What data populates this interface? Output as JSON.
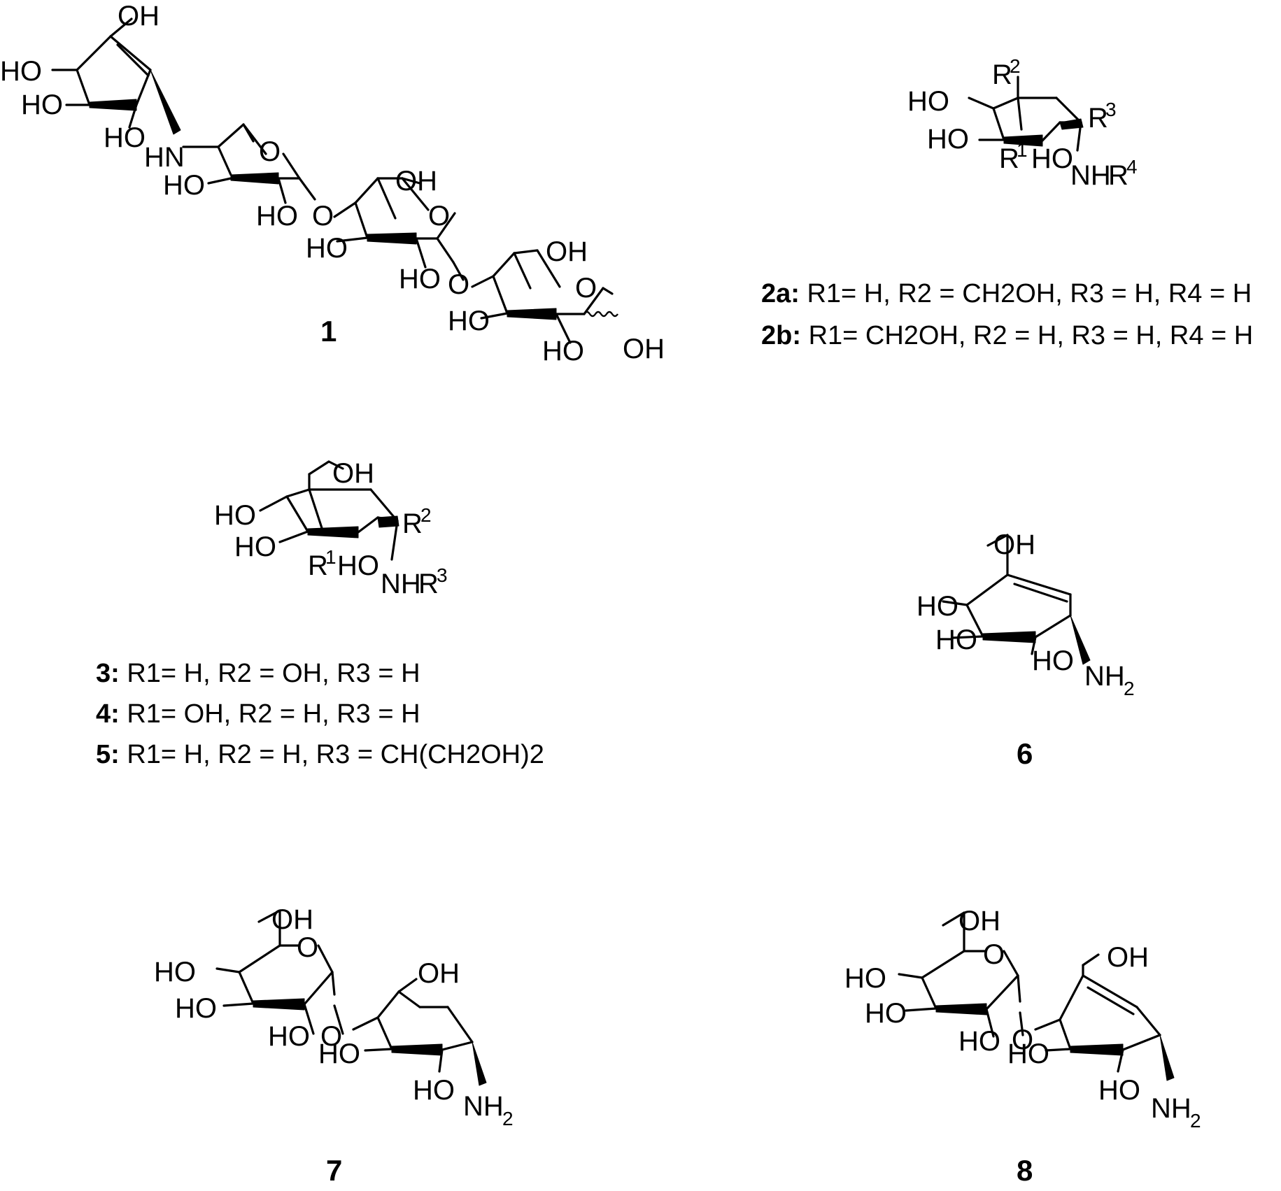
{
  "compound_numbers": {
    "c1": "1",
    "c6": "6",
    "c7": "7",
    "c8": "8"
  },
  "captions": {
    "c2a": {
      "id": "2a:",
      "text": "R1= H, R2 = CH2OH, R3 = H, R4 = H"
    },
    "c2b": {
      "id": "2b:",
      "text": "R1= CH2OH, R2 = H, R3 = H, R4 = H"
    },
    "c3": {
      "id": "3:",
      "text": "R1= H, R2 = OH, R3 = H"
    },
    "c4": {
      "id": "4:",
      "text": "R1= OH, R2 = H, R3 = H"
    },
    "c5": {
      "id": "5:",
      "text": "R1= H, R2 = H, R3 = CH(CH2OH)2"
    }
  },
  "labels": {
    "oh": "OH",
    "ho": "HO",
    "o": "O",
    "hn": "HN",
    "nh": "NH",
    "r": "R"
  }
}
